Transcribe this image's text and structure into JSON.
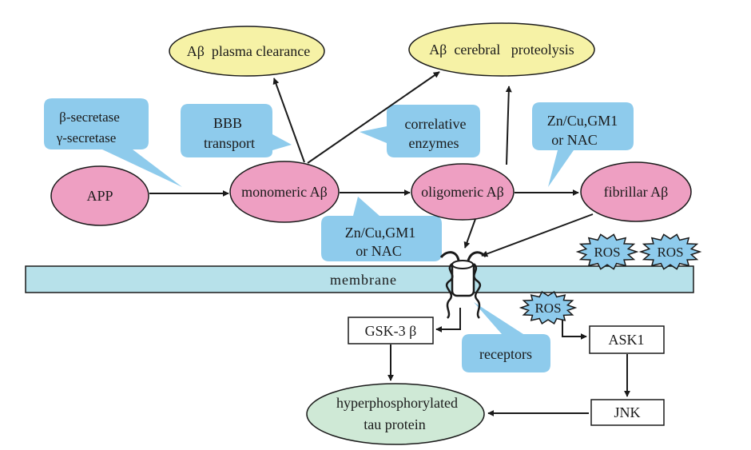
{
  "colors": {
    "pink": "#ee9fc2",
    "yellow": "#f6f2a6",
    "green": "#cfe9d6",
    "callout": "#8ecbec",
    "membrane": "#b7e1ea",
    "stroke": "#1a1a1a"
  },
  "nodes": {
    "app": "APP",
    "monomeric": "monomeric Aβ",
    "oligomeric": "oligomeric Aβ",
    "fibrillar": "fibrillar Aβ",
    "plasma_clearance": "Aβ  plasma clearance",
    "cerebral_proteolysis": "Aβ  cerebral   proteolysis",
    "hyperphosphorylated_line1": "hyperphosphorylated",
    "hyperphosphorylated_line2": "tau protein",
    "gsk3b": "GSK-3 β",
    "ask1": "ASK1",
    "jnk": "JNK",
    "membrane": "membrane"
  },
  "callouts": {
    "secretase_line1": "β-secretase",
    "secretase_line2": "γ-secretase",
    "bbb_line1": "BBB",
    "bbb_line2": "transport",
    "enzymes_line1": "correlative",
    "enzymes_line2": "enzymes",
    "zn_top_line1": "Zn/Cu,GM1",
    "zn_top_line2": "or NAC",
    "zn_bottom_line1": "Zn/Cu,GM1",
    "zn_bottom_line2": "or NAC",
    "receptors": "receptors"
  },
  "ros": [
    "ROS",
    "ROS",
    "ROS"
  ],
  "icons": {
    "receptor": "receptor-channel-icon",
    "ros": "ros-burst-icon"
  }
}
